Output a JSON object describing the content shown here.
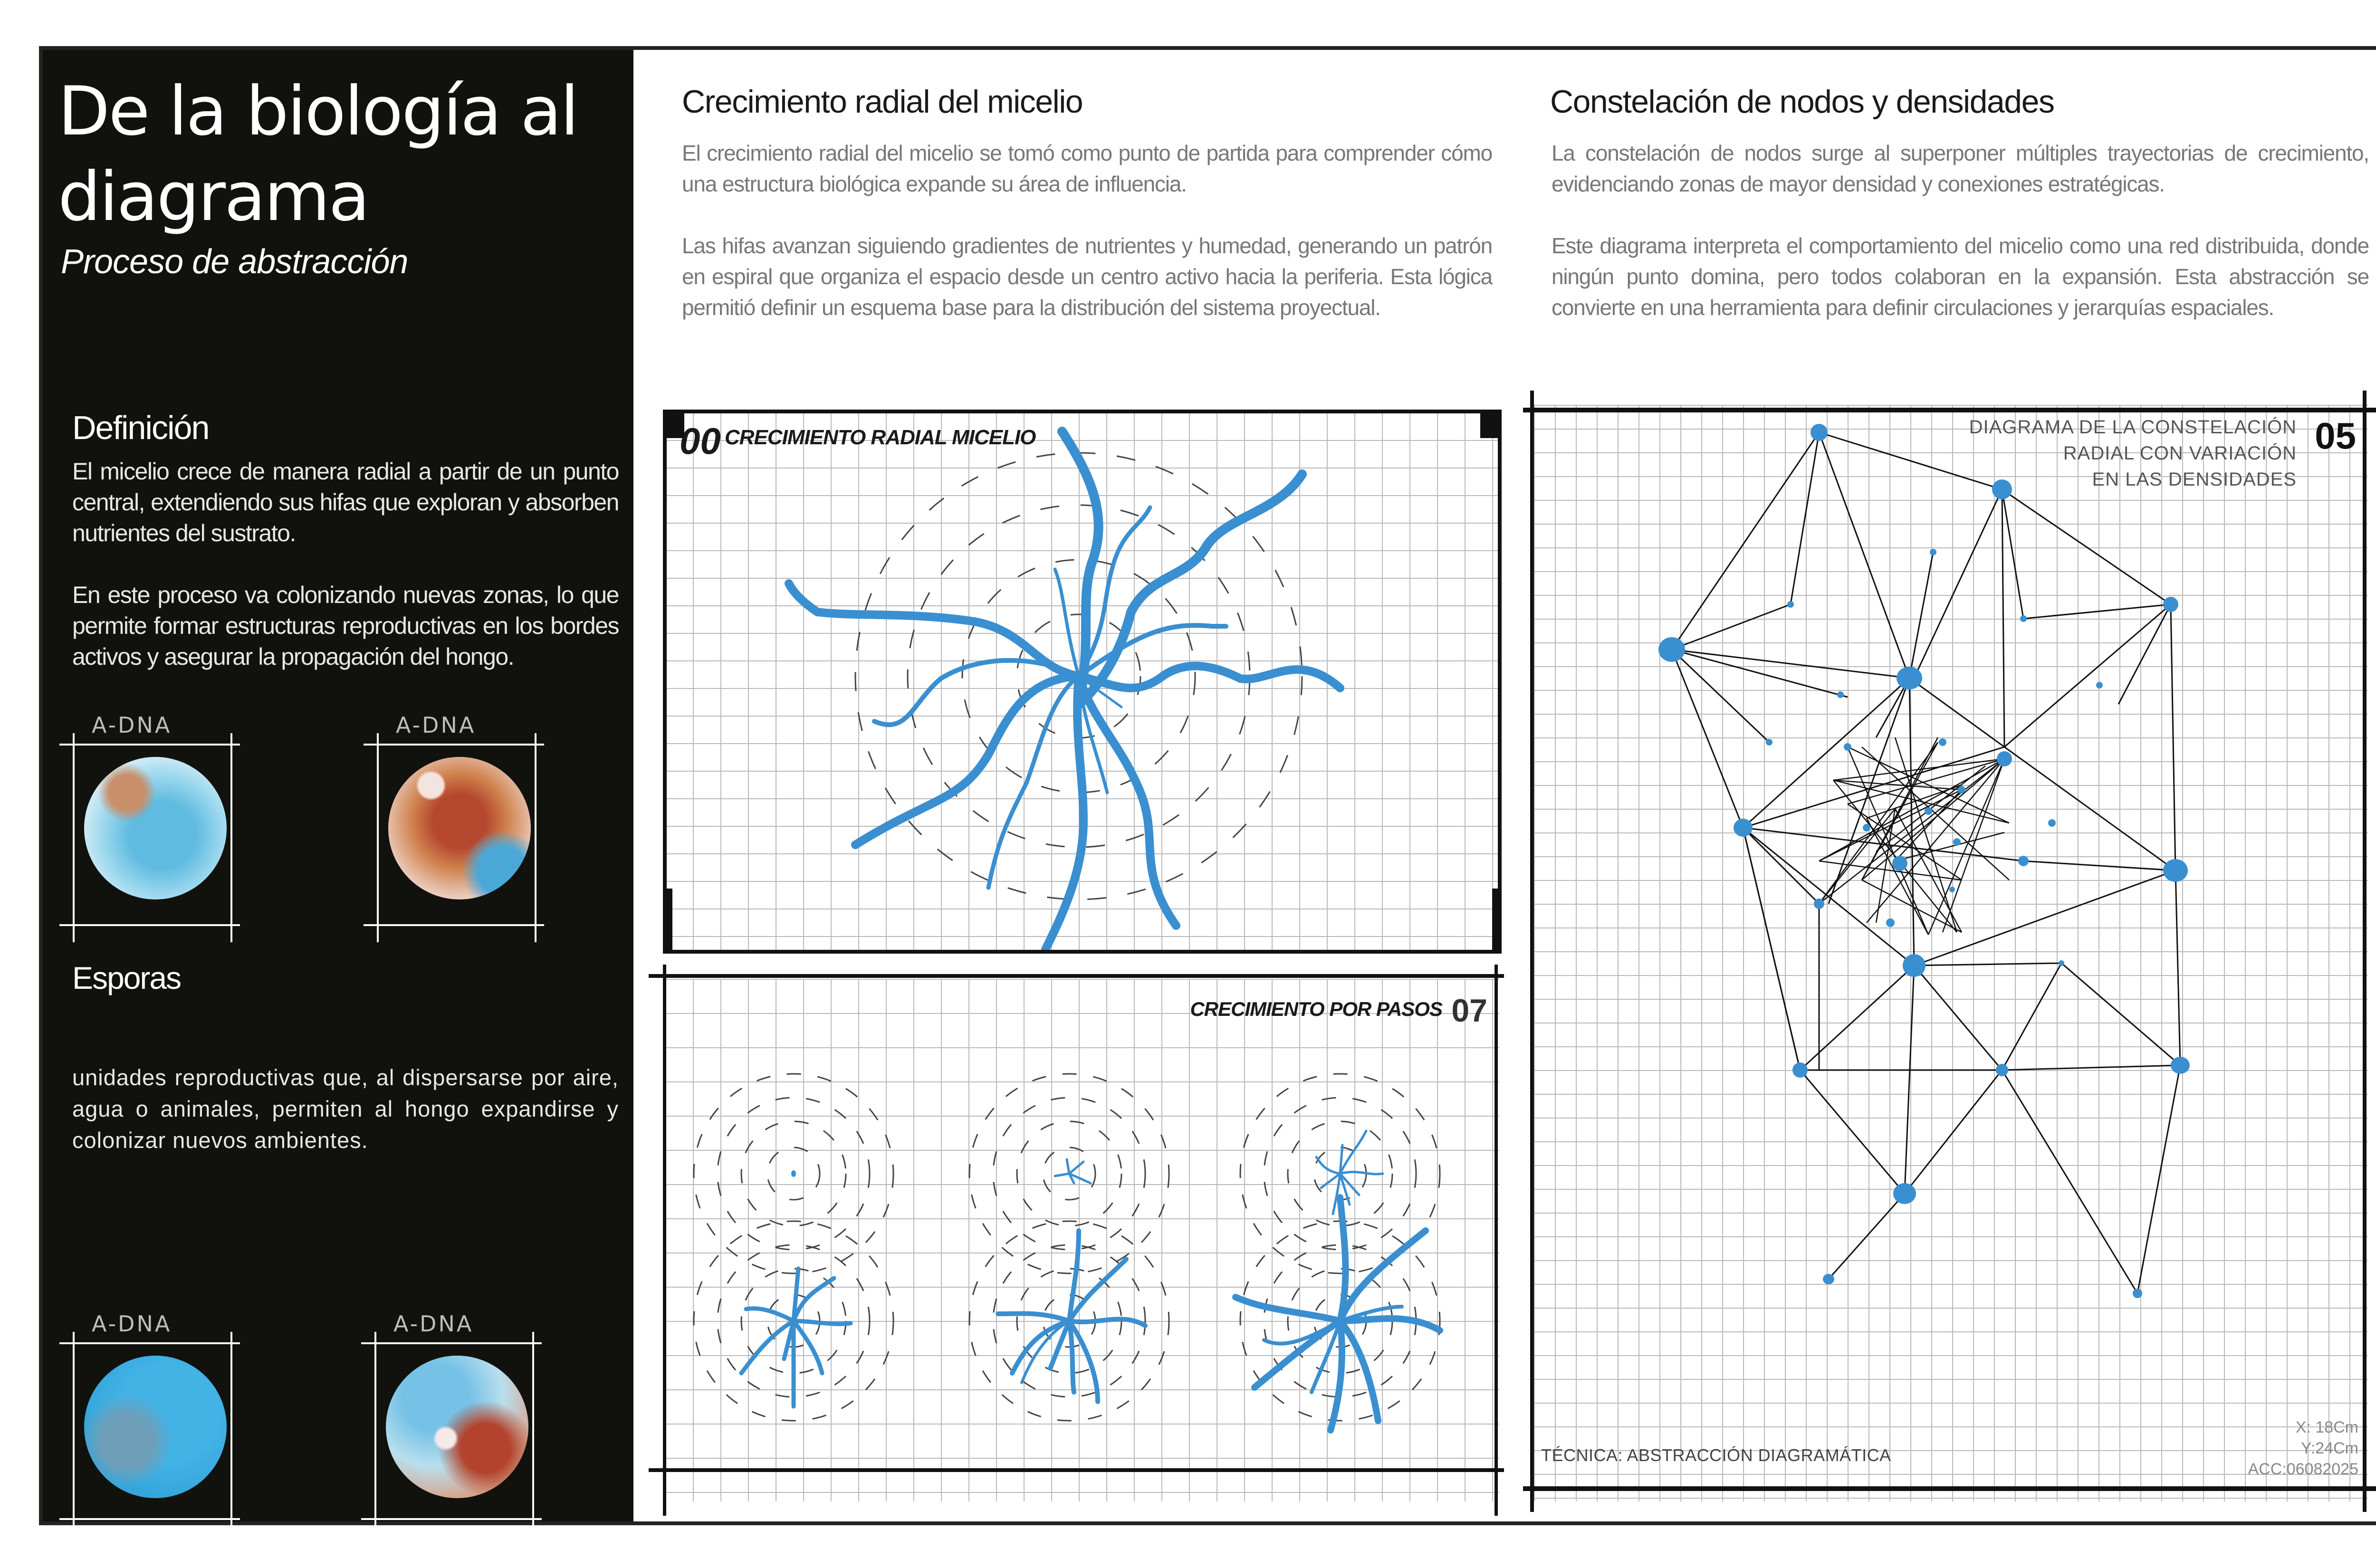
{
  "sidebar": {
    "title_line1": "De la biología al",
    "title_line2": "diagrama",
    "subtitle": "Proceso de abstracción",
    "definition": {
      "heading": "Definición",
      "paragraphs": [
        "El micelio crece de manera radial a partir de un punto central, extendiendo sus hifas que exploran y absorben nutrientes del sustrato.",
        "En este proceso va colonizando nuevas zonas, lo que permite formar estructuras reproductivas en los bordes activos y asegurar la propagación del hongo."
      ]
    },
    "spores": {
      "heading": "Esporas",
      "body": "unidades reproductivas que, al dispersarse por aire, agua o animales, permiten al hongo expandirse y colonizar nuevos ambientes."
    },
    "micrographs": [
      {
        "label": "A-DNA",
        "palette": "blue-hyphae"
      },
      {
        "label": "A-DNA",
        "palette": "red-stained"
      },
      {
        "label": "A-DNA",
        "palette": "blue-field"
      },
      {
        "label": "A-DNA",
        "palette": "mixed-red-blue"
      }
    ]
  },
  "column_radial": {
    "heading": "Crecimiento radial del micelio",
    "paragraphs": [
      "El crecimiento radial del micelio se tomó como punto de partida para comprender cómo una estructura biológica expande su área de influencia.",
      "Las hifas avanzan siguiendo gradientes de nutrientes y humedad, generando un patrón en espiral que organiza el espacio desde un centro activo hacia la periferia. Esta lógica permitió definir un esquema base para la distribución del sistema proyectual."
    ],
    "panel_radial": {
      "number": "00",
      "title": "CRECIMIENTO RADIAL MICELIO"
    },
    "panel_steps": {
      "number": "07",
      "title": "CRECIMIENTO POR PASOS",
      "steps": 6
    }
  },
  "column_constellation": {
    "heading": "Constelación de nodos y densidades",
    "paragraphs": [
      "La constelación de nodos surge al superponer múltiples trayectorias de crecimiento, evidenciando zonas de mayor densidad y conexiones estratégicas.",
      "Este diagrama interpreta el comportamiento del micelio como una red distribuida, donde ningún punto domina, pero todos colaboran en la expansión. Esta abstracción se convierte en una herramienta para definir circulaciones y jerarquías espaciales."
    ],
    "panel": {
      "number": "05",
      "title_lines": [
        "DIAGRAMA DE LA CONSTELACIÓN",
        "RADIAL CON VARIACIÓN",
        "EN LAS DENSIDADES"
      ],
      "technique": "TÉCNICA: ABSTRACCIÓN DIAGRAMÁTICA",
      "meta_x": "X: 18Cm",
      "meta_y": "Y:24Cm",
      "meta_acc": "ACC:06082025"
    }
  },
  "colors": {
    "sidebar_bg": "#11110d",
    "hyphae_blue": "#3a8fd0",
    "grid": "#b9b9b9",
    "frame": "#111111",
    "body_text_gray": "#777777"
  }
}
